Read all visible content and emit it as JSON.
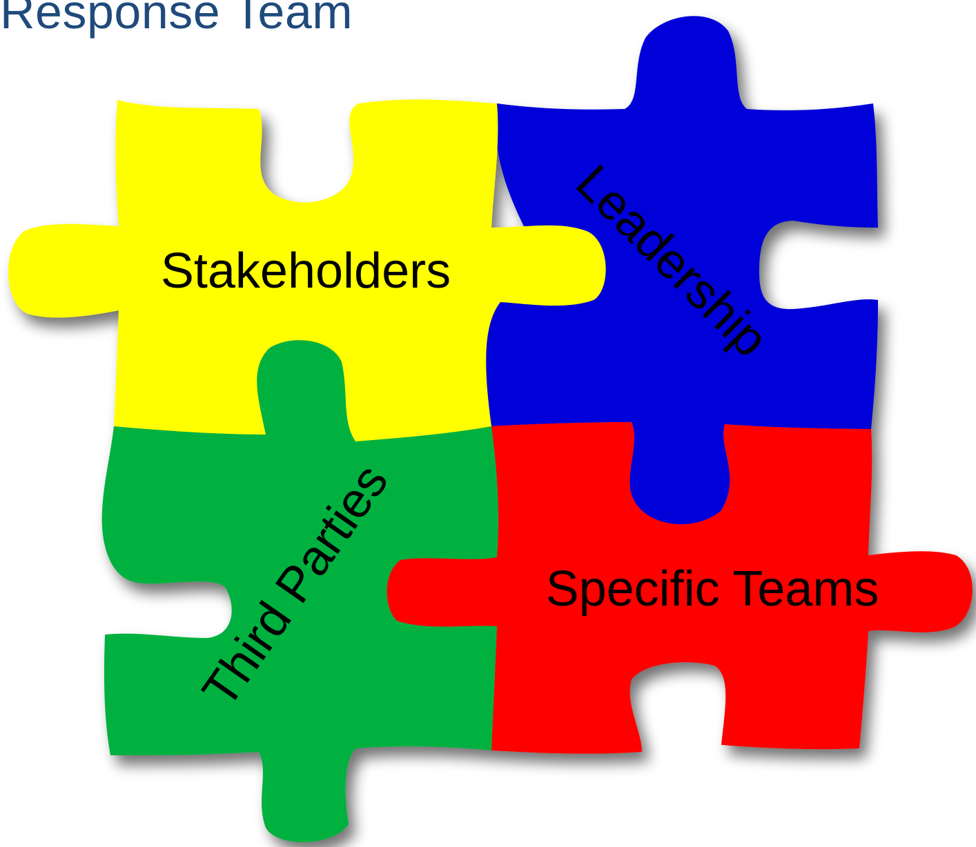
{
  "title": "Response Team",
  "colors": {
    "title": "#1f4a7c",
    "stakeholders": "#ffff00",
    "leadership": "#0000d8",
    "third_parties": "#00b140",
    "specific_teams": "#ff0000",
    "label": "#000000"
  },
  "pieces": {
    "stakeholders": {
      "label": "Stakeholders"
    },
    "leadership": {
      "label": "Leadership"
    },
    "third_parties": {
      "label": "Third Parties"
    },
    "specific_teams": {
      "label": "Specific Teams"
    }
  }
}
